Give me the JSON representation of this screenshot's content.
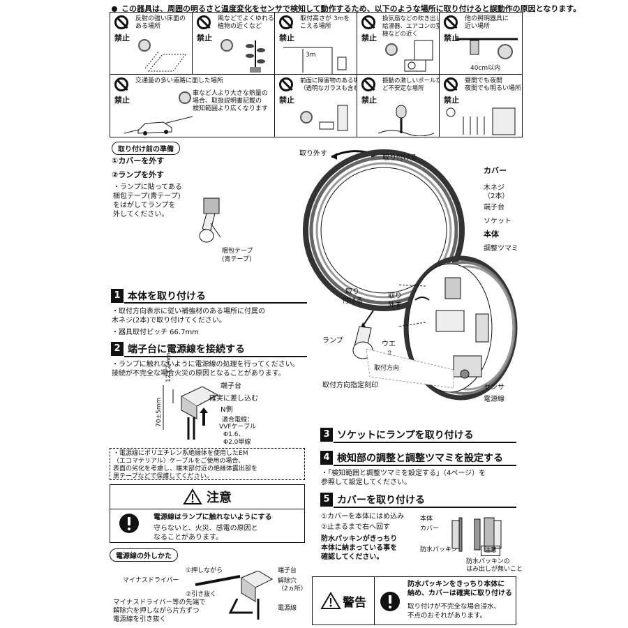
{
  "header": {
    "text": "この器具は、周囲の明るさと温度変化をセンサで検知して動作するため、以下のような場所に取り付けると誤動作の原因となります。"
  },
  "prohibit_label": "禁止",
  "warnings_row1": [
    {
      "text": "反射の強い床面の\nある場所"
    },
    {
      "text": "風などでよくゆれる\n植物の近くなど"
    },
    {
      "text": "取付高さが 3mを\nこえる場所",
      "value": "3m"
    },
    {
      "text": "換気扇などの吹き出し口、\n給湯器、エアコンの室外\n機などの近く"
    },
    {
      "text": "他の照明器具に\n近い場所",
      "value": "40cm以内"
    }
  ],
  "warnings_row2": [
    {
      "text": "交通量の多い道路に面した場所",
      "sub": "車など人より大きな熱量の\n場合、取扱説明書記載の\n検知範囲より広くなります"
    },
    {
      "text": "前面に障害物のある場所\n（透明なガラスも含む）"
    },
    {
      "text": "振動の激しいポールな\nど不安定な場所"
    },
    {
      "text": "昼間でも夜間\n夜間でも明るい場所"
    }
  ],
  "prep": {
    "title": "取り付け前の準備",
    "step1": "①カバーを外す",
    "step2": "②ランプを外す",
    "step2_note": "・ランプに貼ってある\n梱包テープ(青テープ)\nをはがしてランプを\n外してください。",
    "tape_label": "梱包テープ\n(青テープ)"
  },
  "diagram": {
    "remove": "取り外す",
    "attach": "取り付ける",
    "cover": "カバー",
    "screw": "木ネジ\n（2本）",
    "terminal": "端子台",
    "socket": "ソケット",
    "body": "本体",
    "knob": "調整ツマミ",
    "lamp_attach": "取り\n付ける",
    "lamp_remove": "取り\n外す",
    "lamp": "ランプ",
    "ue": "ウエ",
    "dir": "取付方向",
    "dir_mark": "取付方向指定刻印",
    "sensor": "センサ",
    "wire": "電源線"
  },
  "steps": [
    {
      "num": "1",
      "title": "本体を取り付ける"
    },
    {
      "num": "2",
      "title": "端子台に電源線を接続する"
    },
    {
      "num": "3",
      "title": "ソケットにランプを取り付ける"
    },
    {
      "num": "4",
      "title": "検知部の調整と調整ツマミを設定する"
    },
    {
      "num": "5",
      "title": "カバーを取り付ける"
    }
  ],
  "step1_text": "・取付方向表示に従い補強材のある場所に付属の\n木ネジ(2本)で取り付けてください。",
  "step1_pitch": "・器具取付ピッチ 66.7mm",
  "step2_text": "・ランプに触れないように電源線の処理を行ってください。\n接続が不完全な場合火災の原因となることがあります。",
  "wiring": {
    "dim1": "12±2mm",
    "dim2": "70±5mm",
    "terminal": "端子台",
    "insert": "確実に差し込む",
    "n_side": "N側",
    "cable_title": "適合電線：",
    "cable_type": "VVFケーブル",
    "phi1": "Φ1.6、",
    "phi2": "Φ2.0単線"
  },
  "note_em": "・電源線にポリエチレン系絶縁体を使用したEM\n（エコマテリアル）ケーブルをご使用の場合、\n表面の劣化を考慮し、端末部付近の絶縁体露出部を\n黒テープなどで保護してください。",
  "caution": {
    "title": "注意",
    "bold": "電源線はランプに触れないようにする",
    "text": "守らないと、火災、感電の原因と\nなることがあります。"
  },
  "removal": {
    "title": "電源線の外しかた",
    "push": "①押しながら",
    "driver": "マイナスドライバー",
    "pull": "②引き抜く",
    "terminal": "端子台",
    "hole": "解除穴\n（2ヵ所）",
    "wire": "電源線",
    "text": "マイナスドライバー等の先端で\n解除穴を押しながら片方ずつ\n電源線を引き抜く"
  },
  "step4_text": "・「検知範囲と調整ツマミを設定する」（4ページ）を\n参照して設定してください。",
  "step5": {
    "s1": "①カバーを本体にはめ込み",
    "s2": "②止まるまで右へ回す",
    "s3": "防水パッキンがきっちり\n本体に納まっている事を\n確認してください。",
    "body": "本体",
    "cover": "カバー",
    "gasket": "防水パッキン",
    "caution": "注意",
    "gasket_note": "防水パッキンの\nはみ出しが無いこと"
  },
  "warning": {
    "title": "警告",
    "bold": "防水パッキンをきっちり本体に\n納め、カバーは確実に取り付ける",
    "text": "取り付けが不完全な場合浸水、\n不点のおそれがあります。"
  }
}
